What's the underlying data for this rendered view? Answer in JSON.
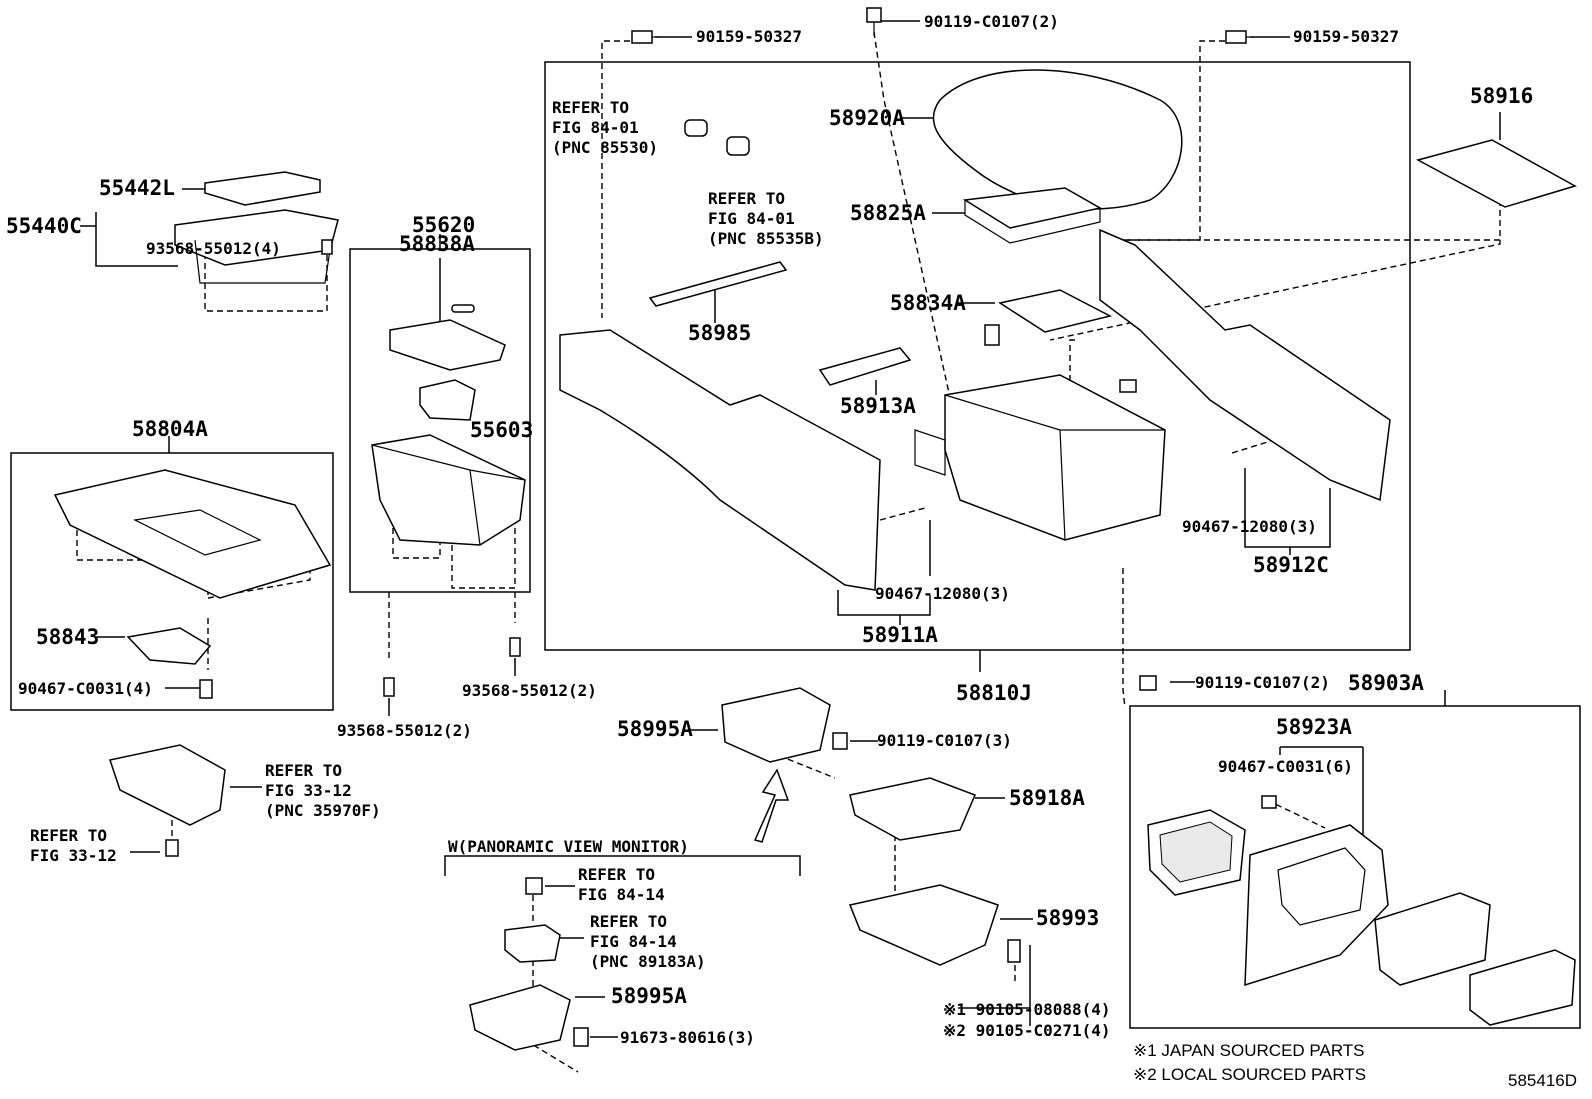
{
  "labels": {
    "p90159_50327_left": "90159-50327",
    "p90119_C0107_top": "90119-C0107(2)",
    "p90159_50327_right": "90159-50327",
    "refer_8401_a": "REFER TO",
    "refer_8401_a2": "FIG 84-01",
    "refer_8401_a3": "(PNC 85530)",
    "refer_8401_b": "REFER TO",
    "refer_8401_b2": "FIG 84-01",
    "refer_8401_b3": "(PNC 85535B)",
    "p58920A": "58920A",
    "p58916": "58916",
    "p55442L": "55442L",
    "p55440C": "55440C",
    "p55620": "55620",
    "p58838A": "58838A",
    "p58825A": "58825A",
    "p58834A": "58834A",
    "p58985": "58985",
    "p93568_55012_4": "93568-55012(4)",
    "p58913A": "58913A",
    "p55603": "55603",
    "p58804A": "58804A",
    "p90467_12080_3_r": "90467-12080(3)",
    "p58912C": "58912C",
    "p90467_12080_3_c": "90467-12080(3)",
    "p58911A": "58911A",
    "p58843": "58843",
    "p93568_55012_2_r": "93568-55012(2)",
    "p90467_C0031_4": "90467-C0031(4)",
    "p58810J": "58810J",
    "p90119_C0107_2b": "90119-C0107(2)",
    "p58903A": "58903A",
    "p58995A": "58995A",
    "p93568_55012_2_l": "93568-55012(2)",
    "p58923A": "58923A",
    "p90119_C0107_3": "90119-C0107(3)",
    "p90467_C0031_6": "90467-C0031(6)",
    "refer_3312_a": "REFER TO",
    "refer_3312_a2": "FIG 33-12",
    "refer_3312_a3": "(PNC 35970F)",
    "p58918A": "58918A",
    "refer_3312_b": "REFER TO",
    "refer_3312_b2": "FIG 33-12",
    "panoramic": "W(PANORAMIC VIEW MONITOR)",
    "refer_8414_a": "REFER TO",
    "refer_8414_a2": "FIG 84-14",
    "refer_8414_b": "REFER TO",
    "refer_8414_b2": "FIG 84-14",
    "refer_8414_b3": "(PNC 89183A)",
    "p58993": "58993",
    "p58995A_2": "58995A",
    "p91673_80616_3": "91673-80616(3)",
    "p90105_08088": "※1 90105-08088(4)",
    "p90105_C0271": "※2 90105-C0271(4)",
    "note1": "※1 JAPAN SOURCED PARTS",
    "note2": "※2 LOCAL SOURCED PARTS",
    "figure_id": "585416D"
  }
}
